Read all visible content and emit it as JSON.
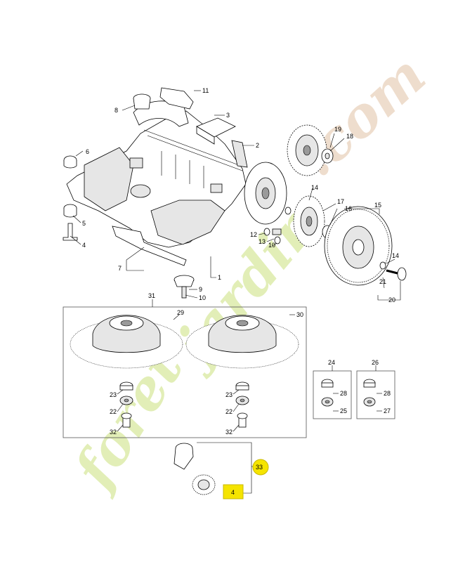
{
  "watermark": {
    "part1": "foret",
    "part2": "jardin",
    "part3": ".com"
  },
  "callouts": {
    "c1": "1",
    "c2": "2",
    "c3": "3",
    "c4": "4",
    "c5": "5",
    "c6": "6",
    "c7": "7",
    "c8": "8",
    "c9": "9",
    "c10a": "10",
    "c10b": "10",
    "c11": "11",
    "c12": "12",
    "c13": "13",
    "c14a": "14",
    "c14b": "14",
    "c15": "15",
    "c16": "16",
    "c17": "17",
    "c18": "18",
    "c19": "19",
    "c20": "20",
    "c21": "21",
    "c22a": "22",
    "c22b": "22",
    "c23a": "23",
    "c23b": "23",
    "c24": "24",
    "c25": "25",
    "c26": "26",
    "c27": "27",
    "c28a": "28",
    "c28b": "28",
    "c29": "29",
    "c30": "30",
    "c31": "31",
    "c32a": "32",
    "c32b": "32",
    "c33": "33",
    "c4b": "4"
  },
  "colors": {
    "highlight": "#f5e400",
    "highlight_stroke": "#c8b800"
  }
}
